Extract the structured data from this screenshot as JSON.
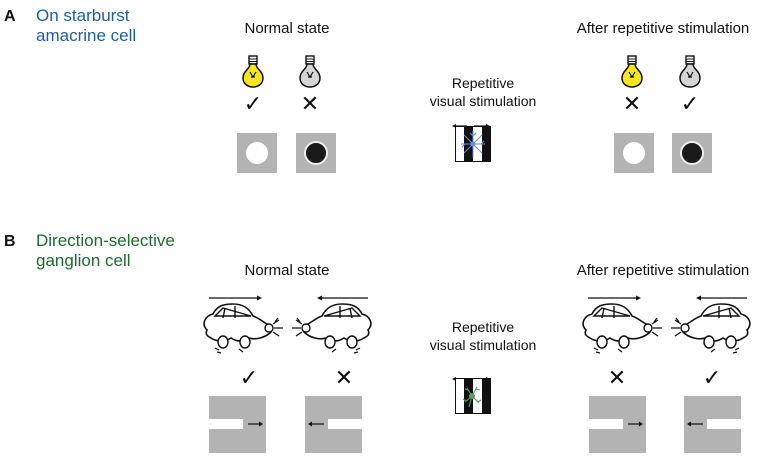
{
  "panels": [
    {
      "letter": "A",
      "title_line1": "On starburst",
      "title_line2": "amacrine cell",
      "title_color": "#1f5fa0",
      "normal_state": {
        "title": "Normal state",
        "items": [
          {
            "icon": "lightbulb-on-icon",
            "response": "✓",
            "response_name": "check-mark",
            "stimulus": "white-spot"
          },
          {
            "icon": "lightbulb-off-icon",
            "response": "✕",
            "response_name": "cross-mark",
            "stimulus": "black-spot"
          }
        ]
      },
      "middle": {
        "line1": "Repetitive",
        "line2": "visual stimulation",
        "cell_color": "#6f8fd8"
      },
      "after_state": {
        "title": "After repetitive stimulation",
        "items": [
          {
            "icon": "lightbulb-on-icon",
            "response": "✕",
            "response_name": "cross-mark",
            "stimulus": "white-spot"
          },
          {
            "icon": "lightbulb-off-icon",
            "response": "✓",
            "response_name": "check-mark",
            "stimulus": "black-spot"
          }
        ]
      }
    },
    {
      "letter": "B",
      "title_line1": "Direction-selective",
      "title_line2": "ganglion cell",
      "title_color": "#1e6b2e",
      "normal_state": {
        "title": "Normal state",
        "items": [
          {
            "icon": "car-right-icon",
            "response": "✓",
            "response_name": "check-mark",
            "stimulus": "bar-moving-right"
          },
          {
            "icon": "car-left-icon",
            "response": "✕",
            "response_name": "cross-mark",
            "stimulus": "bar-moving-left"
          }
        ]
      },
      "middle": {
        "line1": "Repetitive",
        "line2": "visual stimulation",
        "cell_color": "#5f9a6a"
      },
      "after_state": {
        "title": "After repetitive stimulation",
        "items": [
          {
            "icon": "car-right-icon",
            "response": "✕",
            "response_name": "cross-mark",
            "stimulus": "bar-moving-right"
          },
          {
            "icon": "car-left-icon",
            "response": "✓",
            "response_name": "check-mark",
            "stimulus": "bar-moving-left"
          }
        ]
      }
    }
  ],
  "colors": {
    "bulb_on": "#f5e61e",
    "bulb_off": "#d6d6d6",
    "stimulus_bg": "#b3b3b3"
  }
}
